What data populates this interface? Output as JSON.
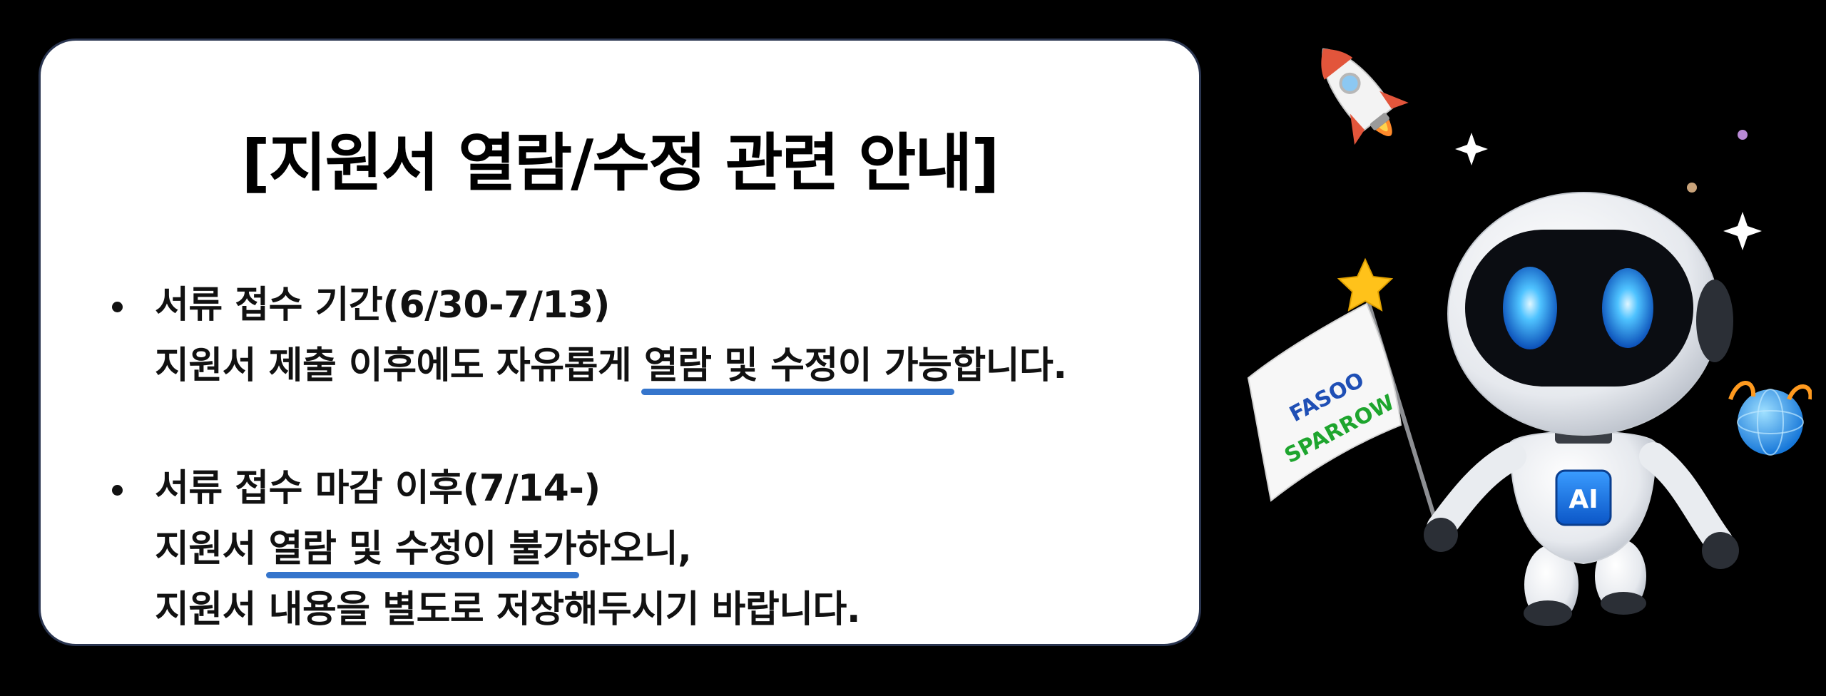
{
  "notice": {
    "title": "[지원서 열람/수정 관련 안내]",
    "bullet1": {
      "heading": "서류 접수 기간(6/30-7/13)",
      "line2_prefix": "지원서 제출 이후에도 자유롭게 ",
      "line2_highlight": "열람 및 수정이 가능",
      "line2_suffix": "합니다."
    },
    "bullet2": {
      "heading": "서류 접수 마감 이후(7/14-)",
      "line2_prefix": "지원서 ",
      "line2_highlight": "열람 및 수정이 불가",
      "line2_suffix": "하오니,",
      "line3": "지원서 내용을 별도로 저장해두시기 바랍니다."
    },
    "highlight_color": "#1f66c7"
  },
  "illustration": {
    "flag_line1": "FASOO",
    "flag_line2": "SPARROW",
    "chip_label": "AI",
    "icons": [
      "rocket-icon",
      "robot-mascot",
      "flag-icon",
      "star-icon",
      "globe-icon",
      "sparkle-icon"
    ]
  }
}
